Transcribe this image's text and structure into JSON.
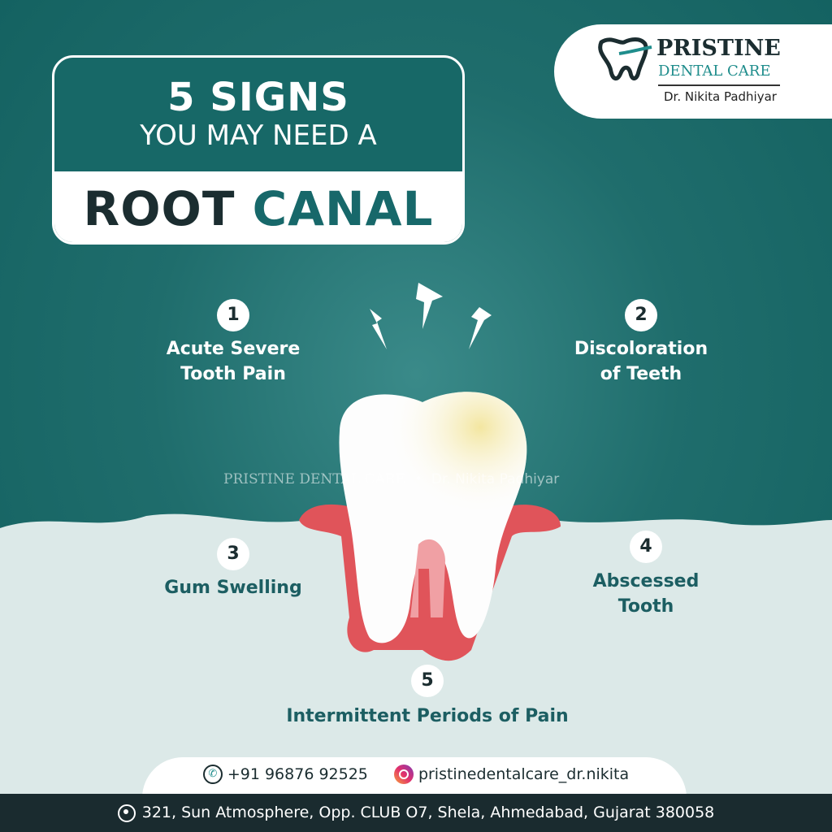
{
  "title": {
    "line1": "5 SIGNS",
    "line2": "YOU MAY NEED A",
    "line3a": "ROOT",
    "line3b": "CANAL"
  },
  "logo": {
    "brand_line1": "PRISTINE",
    "brand_line2": "DENTAL CARE",
    "doctor": "Dr. Nikita Padhiyar"
  },
  "signs": [
    {
      "number": "1",
      "label": [
        "Acute Severe",
        "Tooth Pain"
      ]
    },
    {
      "number": "2",
      "label": [
        "Discoloration",
        "of Teeth"
      ]
    },
    {
      "number": "3",
      "label": [
        "Gum Swelling"
      ]
    },
    {
      "number": "4",
      "label": [
        "Abscessed",
        "Tooth"
      ]
    },
    {
      "number": "5",
      "label": [
        "Intermittent Periods of Pain"
      ]
    }
  ],
  "watermark": {
    "brand": "PRISTINE DENTAL CARE",
    "sep": "•",
    "doctor": "Dr. Nikita Padhiyar"
  },
  "contact": {
    "phone": "+91 96876 92525",
    "instagram": "pristinedentalcare_dr.nikita",
    "address": "321, Sun Atmosphere, Opp. CLUB O7, Shela, Ahmedabad, Gujarat 380058"
  },
  "colors": {
    "teal": "#176867",
    "dark": "#1a2b2f",
    "gum": "#e0545a",
    "light_bg": "#dce9e8"
  }
}
